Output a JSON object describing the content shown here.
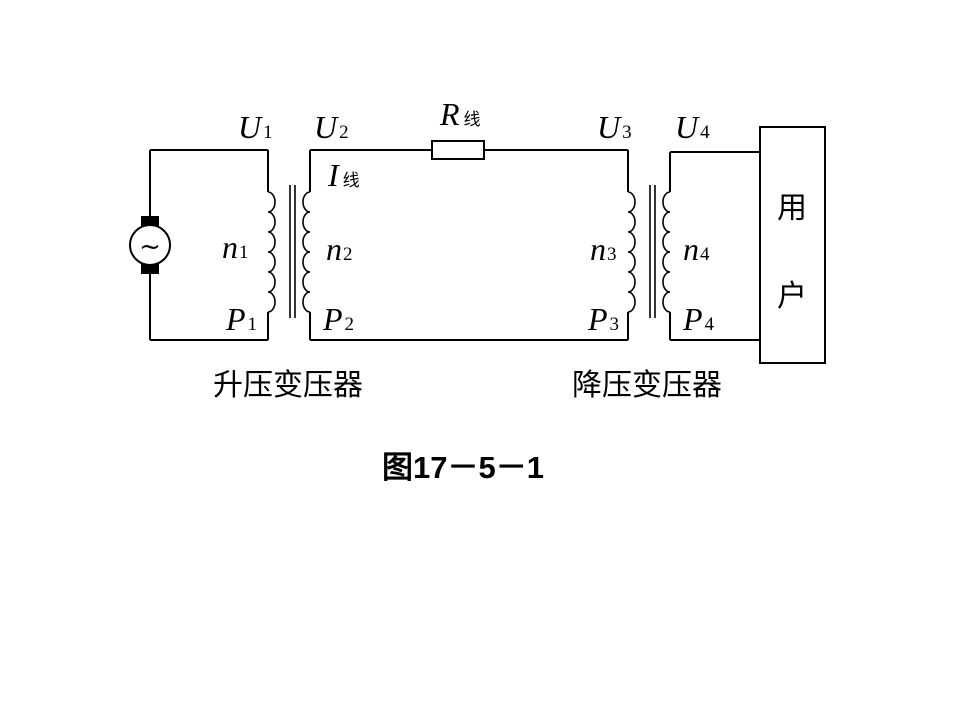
{
  "labels": {
    "u1": {
      "symbol": "U",
      "sub": "1"
    },
    "u2": {
      "symbol": "U",
      "sub": "2"
    },
    "u3": {
      "symbol": "U",
      "sub": "3"
    },
    "u4": {
      "symbol": "U",
      "sub": "4"
    },
    "r_line": {
      "symbol": "R",
      "sub": "线"
    },
    "i_line": {
      "symbol": "I",
      "sub": "线"
    },
    "n1": {
      "symbol": "n",
      "sub": "1"
    },
    "n2": {
      "symbol": "n",
      "sub": "2"
    },
    "n3": {
      "symbol": "n",
      "sub": "3"
    },
    "n4": {
      "symbol": "n",
      "sub": "4"
    },
    "p1": {
      "symbol": "P",
      "sub": "1"
    },
    "p2": {
      "symbol": "P",
      "sub": "2"
    },
    "p3": {
      "symbol": "P",
      "sub": "3"
    },
    "p4": {
      "symbol": "P",
      "sub": "4"
    }
  },
  "generator_symbol": "~",
  "user_box": {
    "line1": "用",
    "line2": "户"
  },
  "step_up_label": "升压变压器",
  "step_down_label": "降压变压器",
  "figure_caption": "图17－5－1"
}
